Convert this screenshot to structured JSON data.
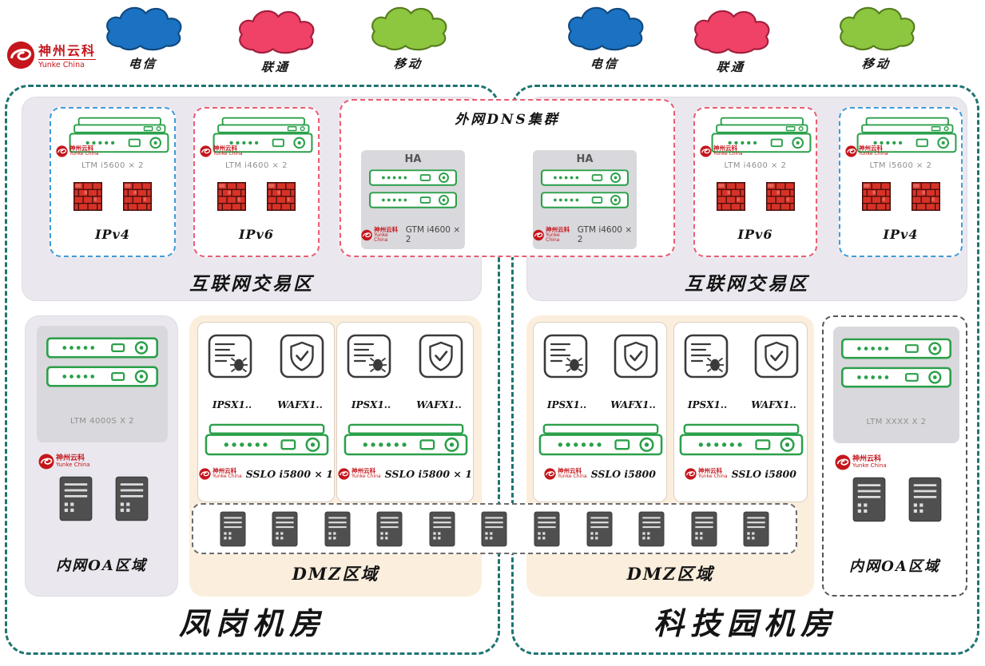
{
  "brand": {
    "name": "神州云科",
    "sub": "Yunke China"
  },
  "isps": [
    {
      "label": "电信",
      "fill": "#1b72c2",
      "stroke": "#10497f"
    },
    {
      "label": "联通",
      "fill": "#f04166",
      "stroke": "#9f1f3d"
    },
    {
      "label": "移动",
      "fill": "#8dc63f",
      "stroke": "#567d1e"
    }
  ],
  "dns_cluster": {
    "title": "外网DNS集群",
    "nodes": [
      {
        "ha": "HA",
        "device": "GTM i4600 × 2"
      },
      {
        "ha": "HA",
        "device": "GTM i4600 × 2"
      }
    ]
  },
  "left_dc": {
    "name": "凤岗机房",
    "internet_zone_label": "互联网交易区",
    "ipv4": {
      "device": "LTM i5600 × 2",
      "label": "IPv4"
    },
    "ipv6": {
      "device": "LTM i4600 × 2",
      "label": "IPv6"
    },
    "oa": {
      "label": "内网OA区域",
      "device": "LTM 4000S X 2"
    },
    "dmz": {
      "label": "DMZ区域",
      "groups": [
        {
          "ips": "IPSX1..",
          "waf": "WAFX1..",
          "sslo": "SSLO i5800 × 1"
        },
        {
          "ips": "IPSX1..",
          "waf": "WAFX1..",
          "sslo": "SSLO i5800 × 1"
        }
      ]
    }
  },
  "right_dc": {
    "name": "科技园机房",
    "internet_zone_label": "互联网交易区",
    "ipv6": {
      "device": "LTM i4600 × 2",
      "label": "IPv6"
    },
    "ipv4": {
      "device": "LTM i5600 × 2",
      "label": "IPv4"
    },
    "oa": {
      "label": "内网OA区域",
      "device": "LTM XXXX X 2"
    },
    "dmz": {
      "label": "DMZ区域",
      "groups": [
        {
          "ips": "IPSX1..",
          "waf": "WAFX1..",
          "sslo": "SSLO i5800"
        },
        {
          "ips": "IPSX1..",
          "waf": "WAFX1..",
          "sslo": "SSLO i5800"
        }
      ]
    }
  },
  "dmz_server_count": 11,
  "colors": {
    "dc_border": "#1e7472",
    "zone_gray": "#eae8ee",
    "zone_peach": "#fbeedd",
    "ipv4_border": "#3f9bd8",
    "ipv6_border": "#e95d72",
    "device_green": "#2ba04a",
    "brand_red": "#c4161c",
    "firewall_red": "#d63227"
  }
}
